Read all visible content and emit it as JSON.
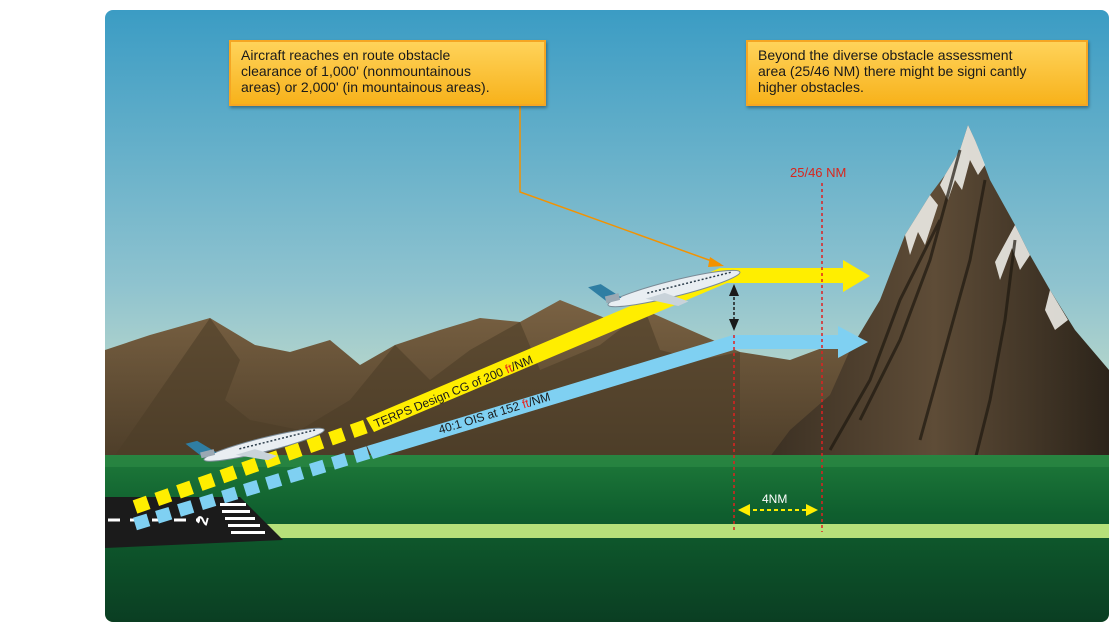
{
  "callouts": {
    "left": "Aircraft reaches en route obstacle\nclearance of 1,000' (nonmountainous\nareas) or 2,000' (in mountainous areas).",
    "right": "Beyond the diverse obstacle assessment\narea (25/46 NM) there might be signi  cantly\nhigher obstacles."
  },
  "labels": {
    "boundary": "25/46 NM",
    "distance": "4NM",
    "terps_prefix": "TERPS Design CG of 200 ",
    "terps_unit": "ft",
    "terps_suffix": "/NM",
    "ois_prefix": "40:1 OIS at 152 ",
    "ois_unit": "ft",
    "ois_suffix": "/NM",
    "runway_number": "2"
  },
  "colors": {
    "climb_path": "#ffee00",
    "ois_path": "#7fd0f2",
    "boundary_line": "#e02020",
    "callout_fill": "#f9bf2f",
    "leader_line": "#f39200",
    "unit_text": "#e8231d"
  }
}
